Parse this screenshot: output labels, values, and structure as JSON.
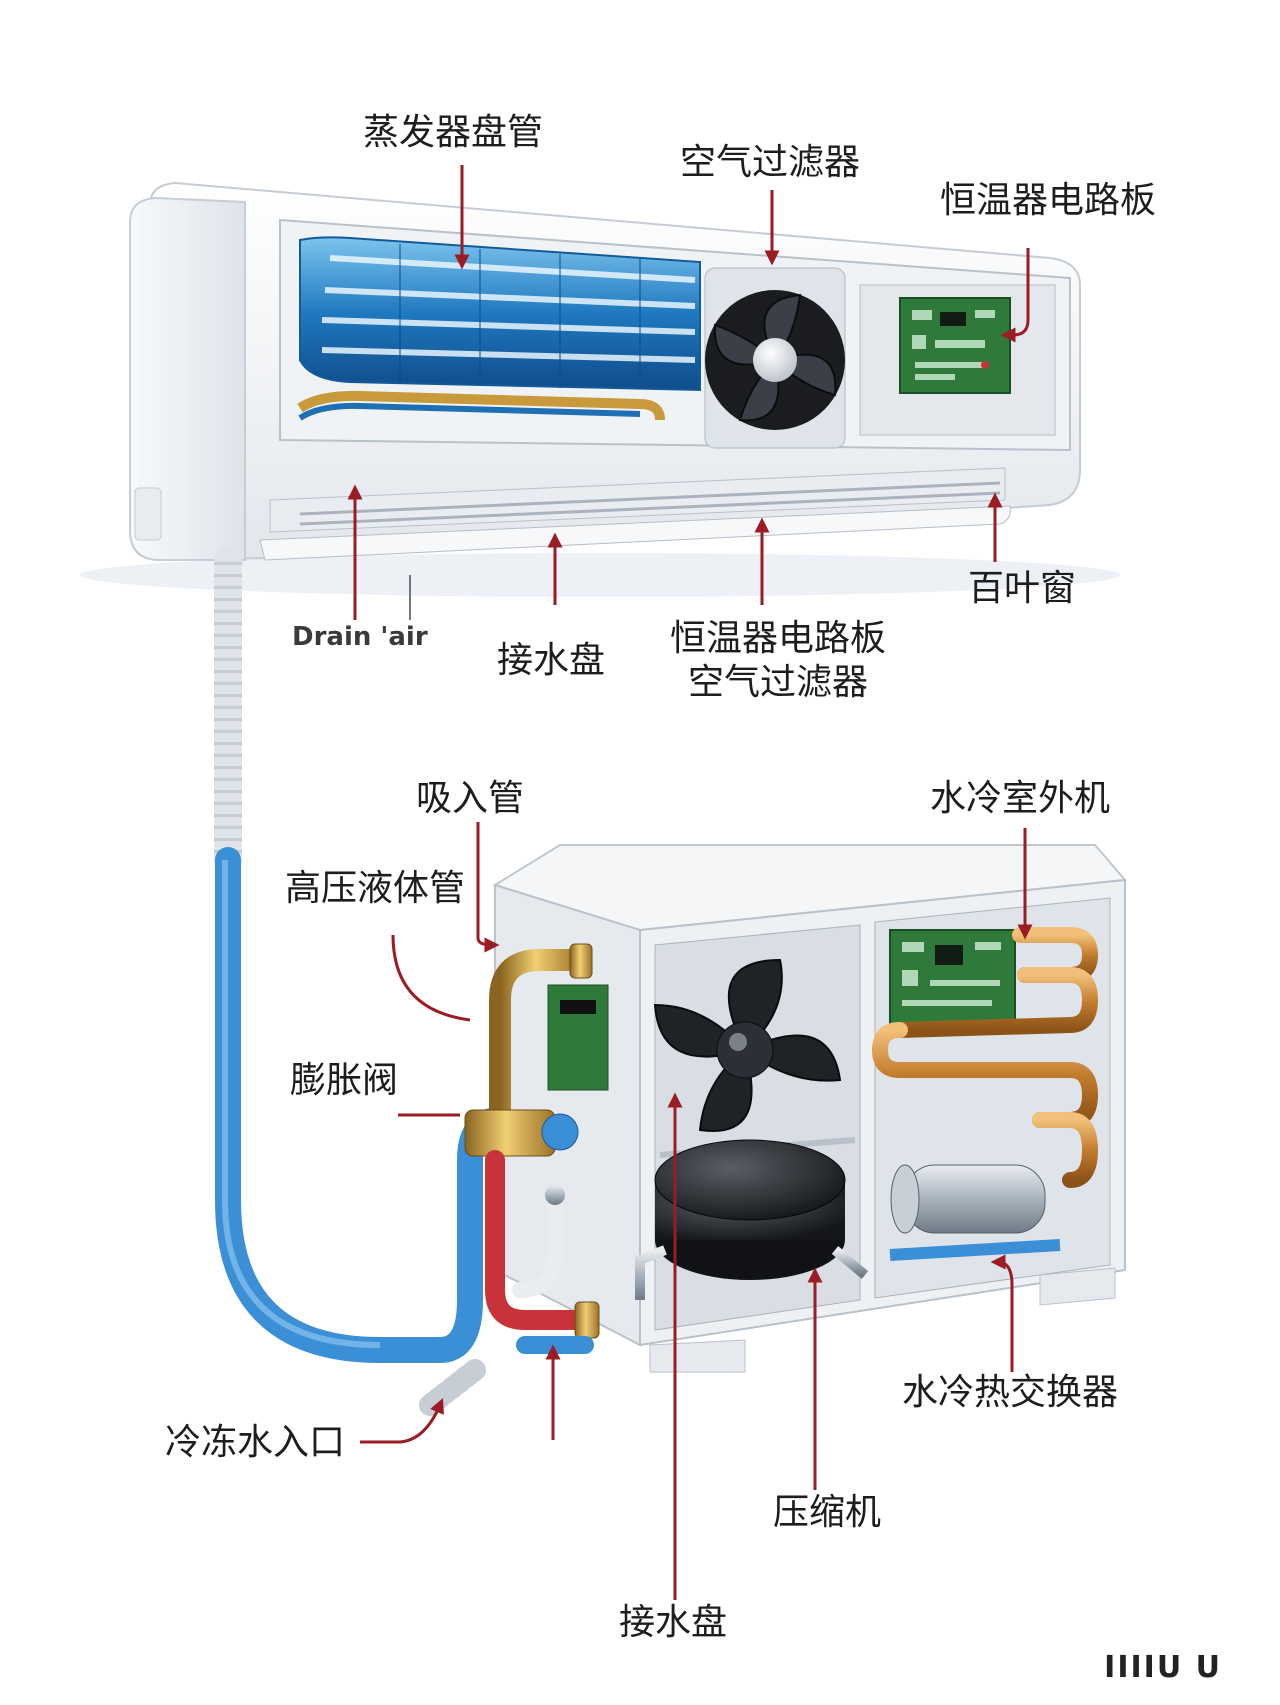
{
  "labels": {
    "evaporator_coil": "蒸发器盘管",
    "air_filter_top": "空气过滤器",
    "thermostat_board_top": "恒温器电路板",
    "louver": "百叶窗",
    "drain_text": "Drain 'air",
    "drip_tray_top": "接水盘",
    "thermostat_board_bottom": "恒温器电路板",
    "air_filter_bottom": "空气过滤器",
    "suction_pipe": "吸入管",
    "water_cooled_outdoor_unit": "水冷室外机",
    "high_pressure_liquid_pipe": "高压液体管",
    "expansion_valve": "膨胀阀",
    "water_cooled_heat_exchanger": "水冷热交换器",
    "chilled_water_inlet": "冷冻水入口",
    "compressor": "压缩机",
    "drip_tray_bottom": "接水盘"
  },
  "watermark": "IIIIU U",
  "colors": {
    "pointer": "#9b1c24",
    "indoor_body": "#f4f6f8",
    "coil_blue": "#2a86c8",
    "pipe_blue": "#3a8fd6",
    "pipe_red": "#c8333a",
    "brass": "#c89a3c",
    "pcb_green": "#2f7a3b"
  }
}
